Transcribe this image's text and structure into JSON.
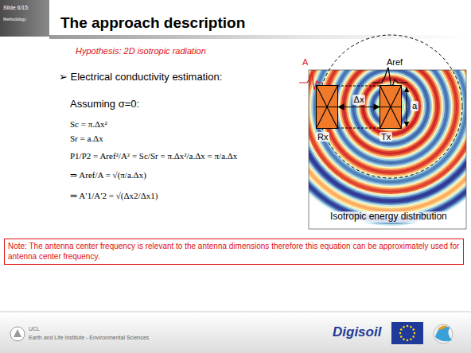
{
  "diagram": {
    "title": "The approach description",
    "nodes": [
      {
        "text": [
          "Rx"
        ]
      },
      {
        "text": [
          "Tx"
        ]
      },
      {
        "text": [
          "Note: The antenna center frequency is relevant to the antenna dimensions therefore this equation can be approximately used for antenna center frequency."
        ]
      }
    ],
    "edges": [
      {
        "from": 0,
        "to": 1,
        "arrow": "both",
        "label": "Δx"
      }
    ],
    "labels": [
      "Slide 6/15",
      "Methodology",
      "Hypothesis: 2D isotropic radiation",
      "➢ Electrical conductivity estimation:",
      "Assuming σ=0:",
      "Sc = π.Δx²",
      "Sr = a.Δx",
      "P1/P2 = Aref²/A² = Sc/Sr = π.Δx²/a.Δx = π/a.Δx",
      "⇒ Aref/A = √(π/a.Δx)",
      "⇒ A′1/A′2 = √(Δx2/Δx1)",
      "A",
      "Aref",
      "a",
      "Isotropic energy distribution",
      "UCL",
      "Earth and Life Institute - Environmental Sciences",
      "Digisoil"
    ]
  }
}
